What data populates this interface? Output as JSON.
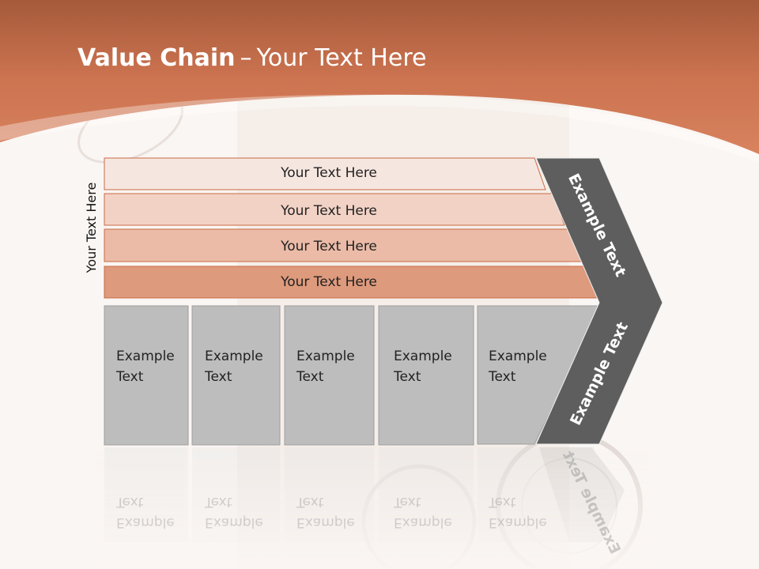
{
  "title": {
    "bold": "Value Chain",
    "separator": "–",
    "rest": "Your Text Here"
  },
  "side_label": "Your Text Here",
  "rows": [
    {
      "label": "Your Text Here",
      "color": "#f6e6e0"
    },
    {
      "label": "Your Text Here",
      "color": "#f2d2c5"
    },
    {
      "label": "Your Text Here",
      "color": "#ebbba7"
    },
    {
      "label": "Your Text Here",
      "color": "#de9a7c"
    }
  ],
  "columns": [
    {
      "line1": "Example",
      "line2": "Text"
    },
    {
      "line1": "Example",
      "line2": "Text"
    },
    {
      "line1": "Example",
      "line2": "Text"
    },
    {
      "line1": "Example",
      "line2": "Text"
    },
    {
      "line1": "Example",
      "line2": "Text"
    }
  ],
  "arrow": {
    "upper_text": "Example Text",
    "lower_text": "Example Text"
  },
  "colors": {
    "header": "#d27752",
    "row_border": "#c96a45",
    "column_fill": "#bdbdbd",
    "arrow": "#5e5e5e"
  }
}
